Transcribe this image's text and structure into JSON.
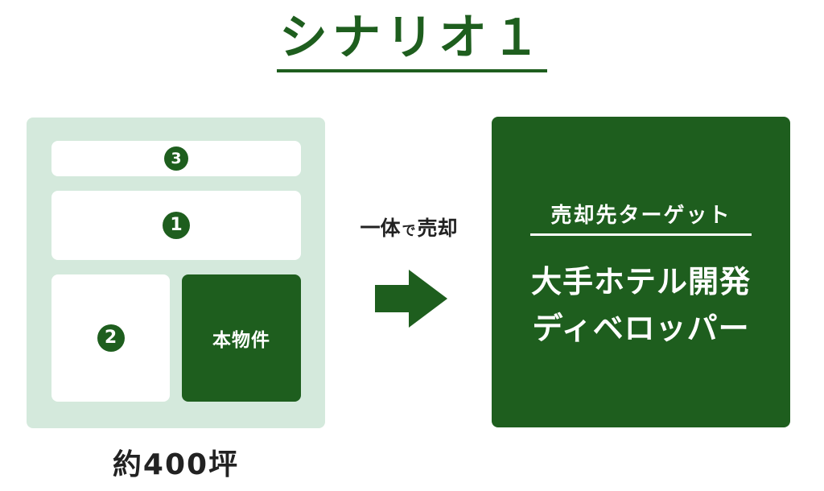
{
  "title": "シナリオ１",
  "site": {
    "parcels": [
      {
        "id": "3",
        "label": "3"
      },
      {
        "id": "1",
        "label": "1"
      },
      {
        "id": "2",
        "label": "2"
      }
    ],
    "main_parcel_label": "本物件",
    "area_label": "約400坪"
  },
  "sale": {
    "prefix": "一体",
    "particle": "で",
    "suffix": "売却"
  },
  "target": {
    "heading": "売却先ターゲット",
    "name_line1": "大手ホテル開発",
    "name_line2": "ディベロッパー"
  },
  "colors": {
    "primary_green": "#1e5e1e",
    "light_green": "#d4e9dc",
    "white": "#ffffff",
    "text_dark": "#222222"
  }
}
